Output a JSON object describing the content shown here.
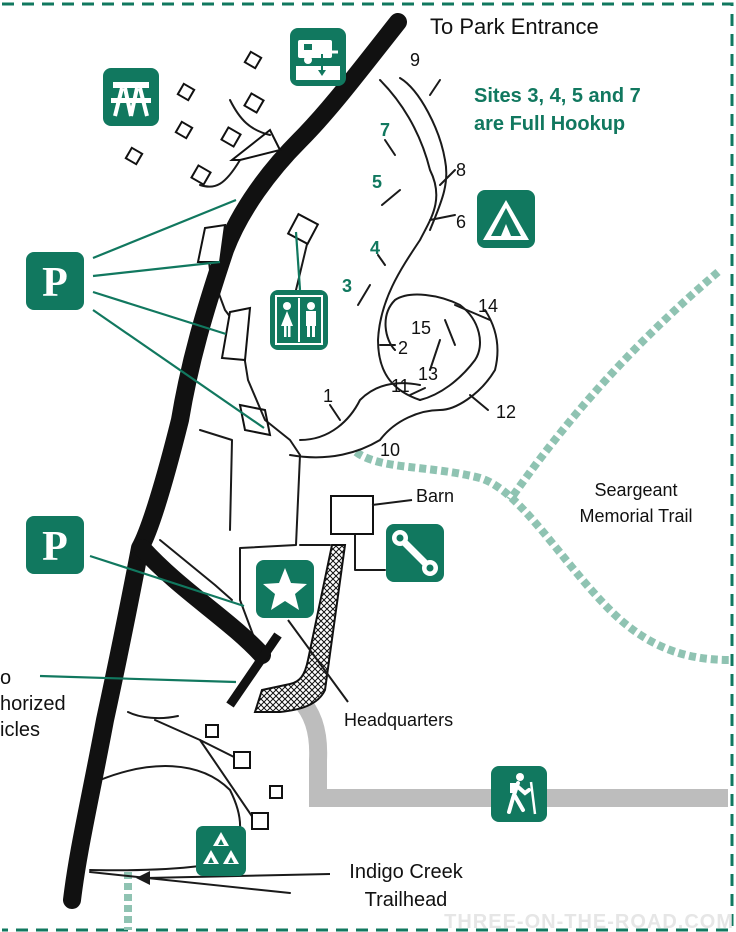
{
  "labels": {
    "park_entrance": "To Park Entrance",
    "full_hookup_line1": "Sites 3, 4, 5 and 7",
    "full_hookup_line2": "are Full Hookup",
    "barn": "Barn",
    "trail_line1": "Seargeant",
    "trail_line2": "Memorial Trail",
    "headquarters": "Headquarters",
    "trailhead_line1": "Indigo Creek",
    "trailhead_line2": "Trailhead",
    "vehicles_line1": "o",
    "vehicles_line2": "horized",
    "vehicles_line3": "icles",
    "watermark": "THREE-ON-THE-ROAD.COM"
  },
  "sites": {
    "s1": "1",
    "s2": "2",
    "s3": "3",
    "s4": "4",
    "s5": "5",
    "s6": "6",
    "s7": "7",
    "s8": "8",
    "s9": "9",
    "s10": "10",
    "s11": "11",
    "s12": "12",
    "s13": "13",
    "s14": "14",
    "s15": "15"
  },
  "full_hookup_sites": [
    "3",
    "4",
    "5",
    "7"
  ],
  "icons": {
    "parking_letter": "P",
    "names": [
      "picnic-table-icon",
      "rv-dump-station-icon",
      "tent-camping-icon",
      "parking-icon",
      "restroom-icon",
      "maintenance-wrench-icon",
      "headquarters-star-icon",
      "hiking-icon",
      "group-camping-icon"
    ]
  },
  "colors": {
    "accent_green": "#11785f",
    "trail_dotted": "#8fc3b2",
    "road_black": "#111111",
    "path_gray": "#bdbdbd"
  }
}
